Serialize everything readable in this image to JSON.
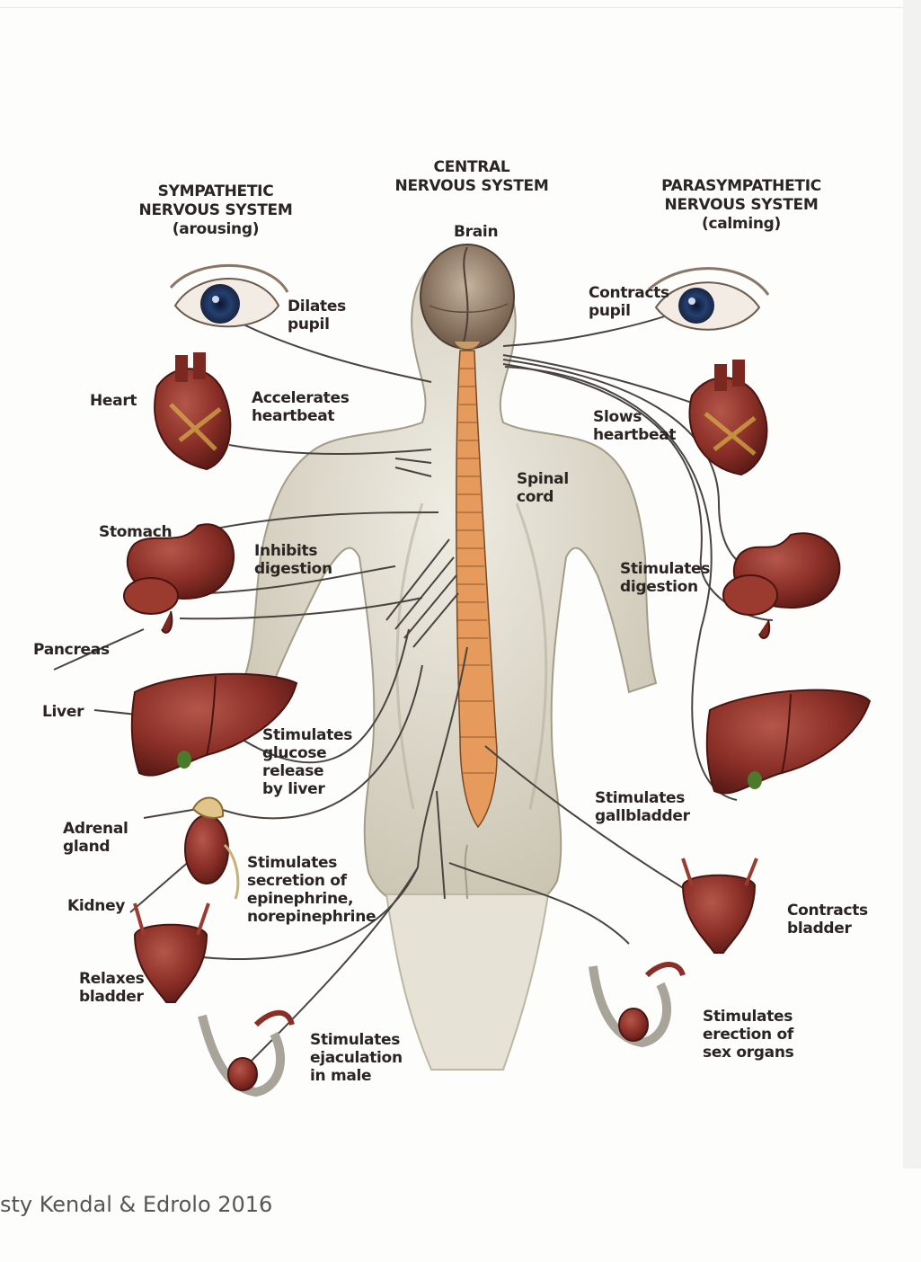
{
  "headings": {
    "sympathetic": "SYMPATHETIC\nNERVOUS SYSTEM\n(arousing)",
    "central": "CENTRAL\nNERVOUS SYSTEM",
    "parasympathetic": "PARASYMPATHETIC\nNERVOUS SYSTEM\n(calming)"
  },
  "labels": {
    "brain": "Brain",
    "dilates_pupil": "Dilates\npupil",
    "contracts_pupil": "Contracts\npupil",
    "heart": "Heart",
    "accelerates_heartbeat": "Accelerates\nheartbeat",
    "slows_heartbeat": "Slows\nheartbeat",
    "spinal_cord": "Spinal\ncord",
    "stomach": "Stomach",
    "inhibits_digestion": "Inhibits\ndigestion",
    "stimulates_digestion": "Stimulates\ndigestion",
    "pancreas": "Pancreas",
    "liver": "Liver",
    "stimulates_glucose": "Stimulates\nglucose\nrelease\nby liver",
    "stimulates_gallbladder": "Stimulates\ngallbladder",
    "adrenal_gland": "Adrenal\ngland",
    "kidney": "Kidney",
    "stimulates_secretion": "Stimulates\nsecretion of\nepinephrine,\nnorepinephrine",
    "contracts_bladder": "Contracts\nbladder",
    "relaxes_bladder": "Relaxes\nbladder",
    "stimulates_ejaculation": "Stimulates\nejaculation\nin male",
    "stimulates_erection": "Stimulates\nerection of\nsex organs"
  },
  "credit": "sty Kendal & Edrolo 2016",
  "colors": {
    "body": "#ddd8c8",
    "spine": "#e69a5c",
    "organ": "#8a2f27",
    "nerve": "#4a4440"
  }
}
